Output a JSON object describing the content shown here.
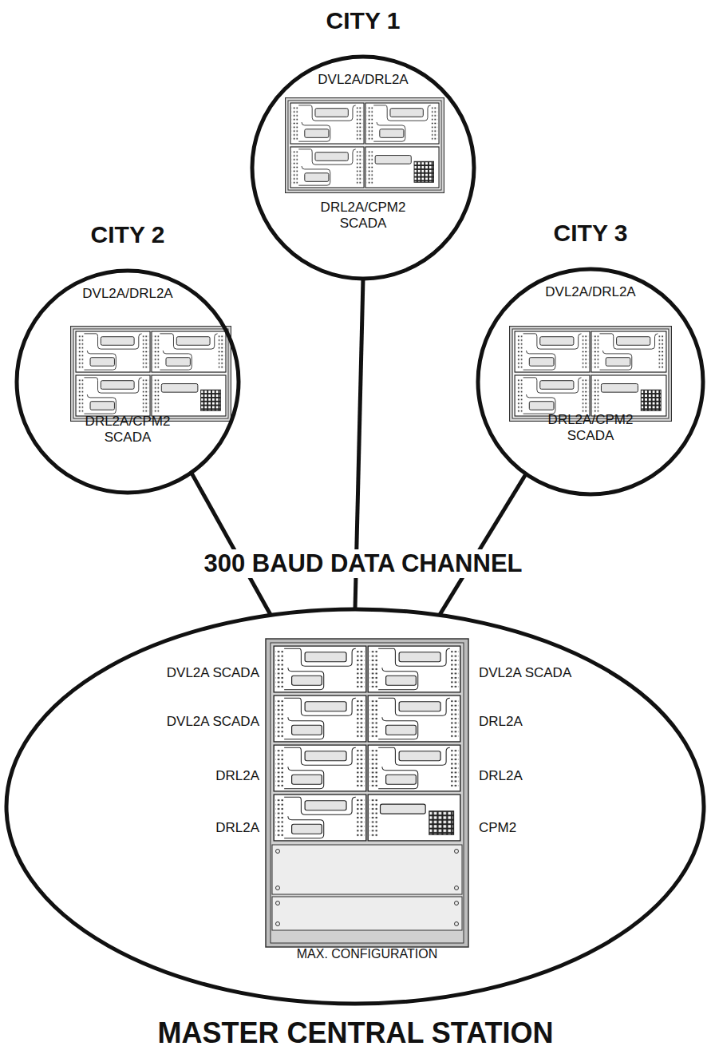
{
  "diagram": {
    "nodes": [
      {
        "text": [
          "CITY 1",
          "DVL2A/DRL2A",
          "DRL2A/CPM2 SCADA"
        ]
      },
      {
        "text": [
          "CITY 2",
          "DVL2A/DRL2A",
          "DRL2A/CPM2 SCADA"
        ]
      },
      {
        "text": [
          "CITY 3",
          "DVL2A/DRL2A",
          "DRL2A/CPM2 SCADA"
        ]
      },
      {
        "text": [
          "DVL2A SCADA",
          "DVL2A SCADA",
          "DVL2A SCADA",
          "DRL2A",
          "DRL2A",
          "DRL2A",
          "DRL2A",
          "CPM2",
          "MAX. CONFIGURATION",
          "MASTER CENTRAL STATION"
        ]
      }
    ],
    "edges": [
      {
        "from": 0,
        "to": 3,
        "arrow": "none"
      },
      {
        "from": 1,
        "to": 3,
        "arrow": "none"
      },
      {
        "from": 2,
        "to": 3,
        "arrow": "none"
      }
    ],
    "labels": [
      "300 BAUD DATA CHANNEL"
    ]
  }
}
